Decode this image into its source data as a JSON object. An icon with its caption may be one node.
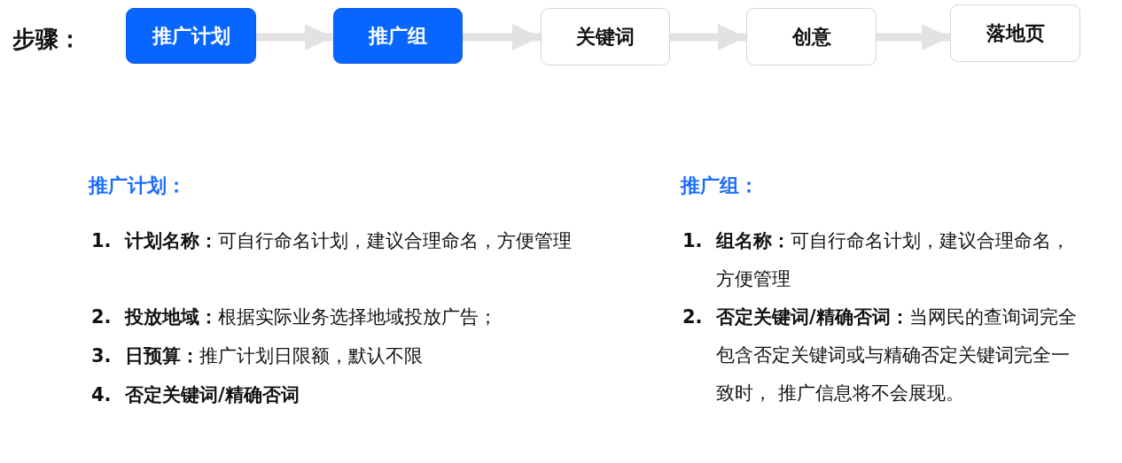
{
  "diagram": {
    "nodes": [
      {
        "text": [
          "推广计划"
        ]
      },
      {
        "text": [
          "推广组"
        ]
      },
      {
        "text": [
          "关键词"
        ]
      },
      {
        "text": [
          "创意"
        ]
      },
      {
        "text": [
          "落地页"
        ]
      }
    ],
    "edges": [
      {
        "from": 0,
        "to": 1,
        "arrow": "to"
      },
      {
        "from": 1,
        "to": 2,
        "arrow": "to"
      },
      {
        "from": 2,
        "to": 3,
        "arrow": "to"
      },
      {
        "from": 3,
        "to": 4,
        "arrow": "to"
      }
    ],
    "labels": [
      "步骤：",
      "推广计划：",
      "1.",
      "**计划名称：**可自行命名计划，建议合理命名，方便管理",
      "2.",
      "**投放地域：**根据实际业务选择地域投放广告；",
      "3.",
      "**日预算：**推广计划日限额，默认不限",
      "4.",
      "否定关键词/精确否词",
      "推广组：",
      "1.",
      "**组名称：**可自行命名计划，建议合理命名，方便管理",
      "2.",
      "**否定关键词/精确否词：**当网民的查询词完全包含否定关键词或与精确否定关键词完全一致时， 推广信息将不会展现。"
    ]
  }
}
